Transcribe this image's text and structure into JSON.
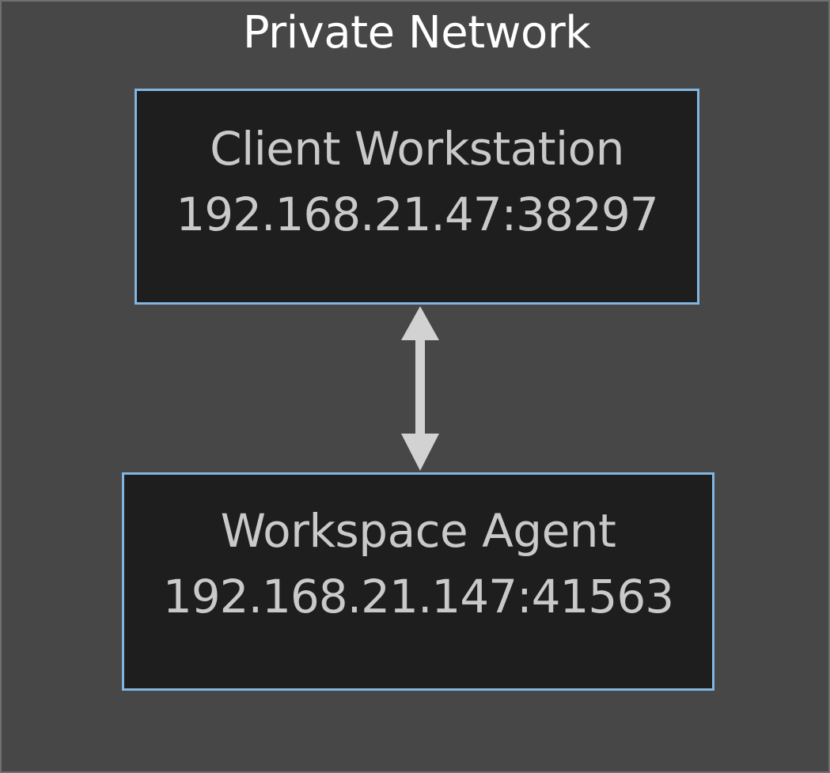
{
  "diagram": {
    "title": "Private Network",
    "background_color": "#474747",
    "node_fill_color": "#1e1e1e",
    "node_border_color": "#82b5e0",
    "node_text_color": "#c9c9c9",
    "title_text_color": "#ffffff",
    "connector_color": "#d2d2d2",
    "nodes": [
      {
        "id": "client-workstation",
        "label": "Client Workstation",
        "address": "192.168.21.47:38297"
      },
      {
        "id": "workspace-agent",
        "label": "Workspace Agent",
        "address": "192.168.21.147:41563"
      }
    ],
    "connector": {
      "from": "client-workstation",
      "to": "workspace-agent",
      "style": "double-headed-arrow"
    }
  }
}
